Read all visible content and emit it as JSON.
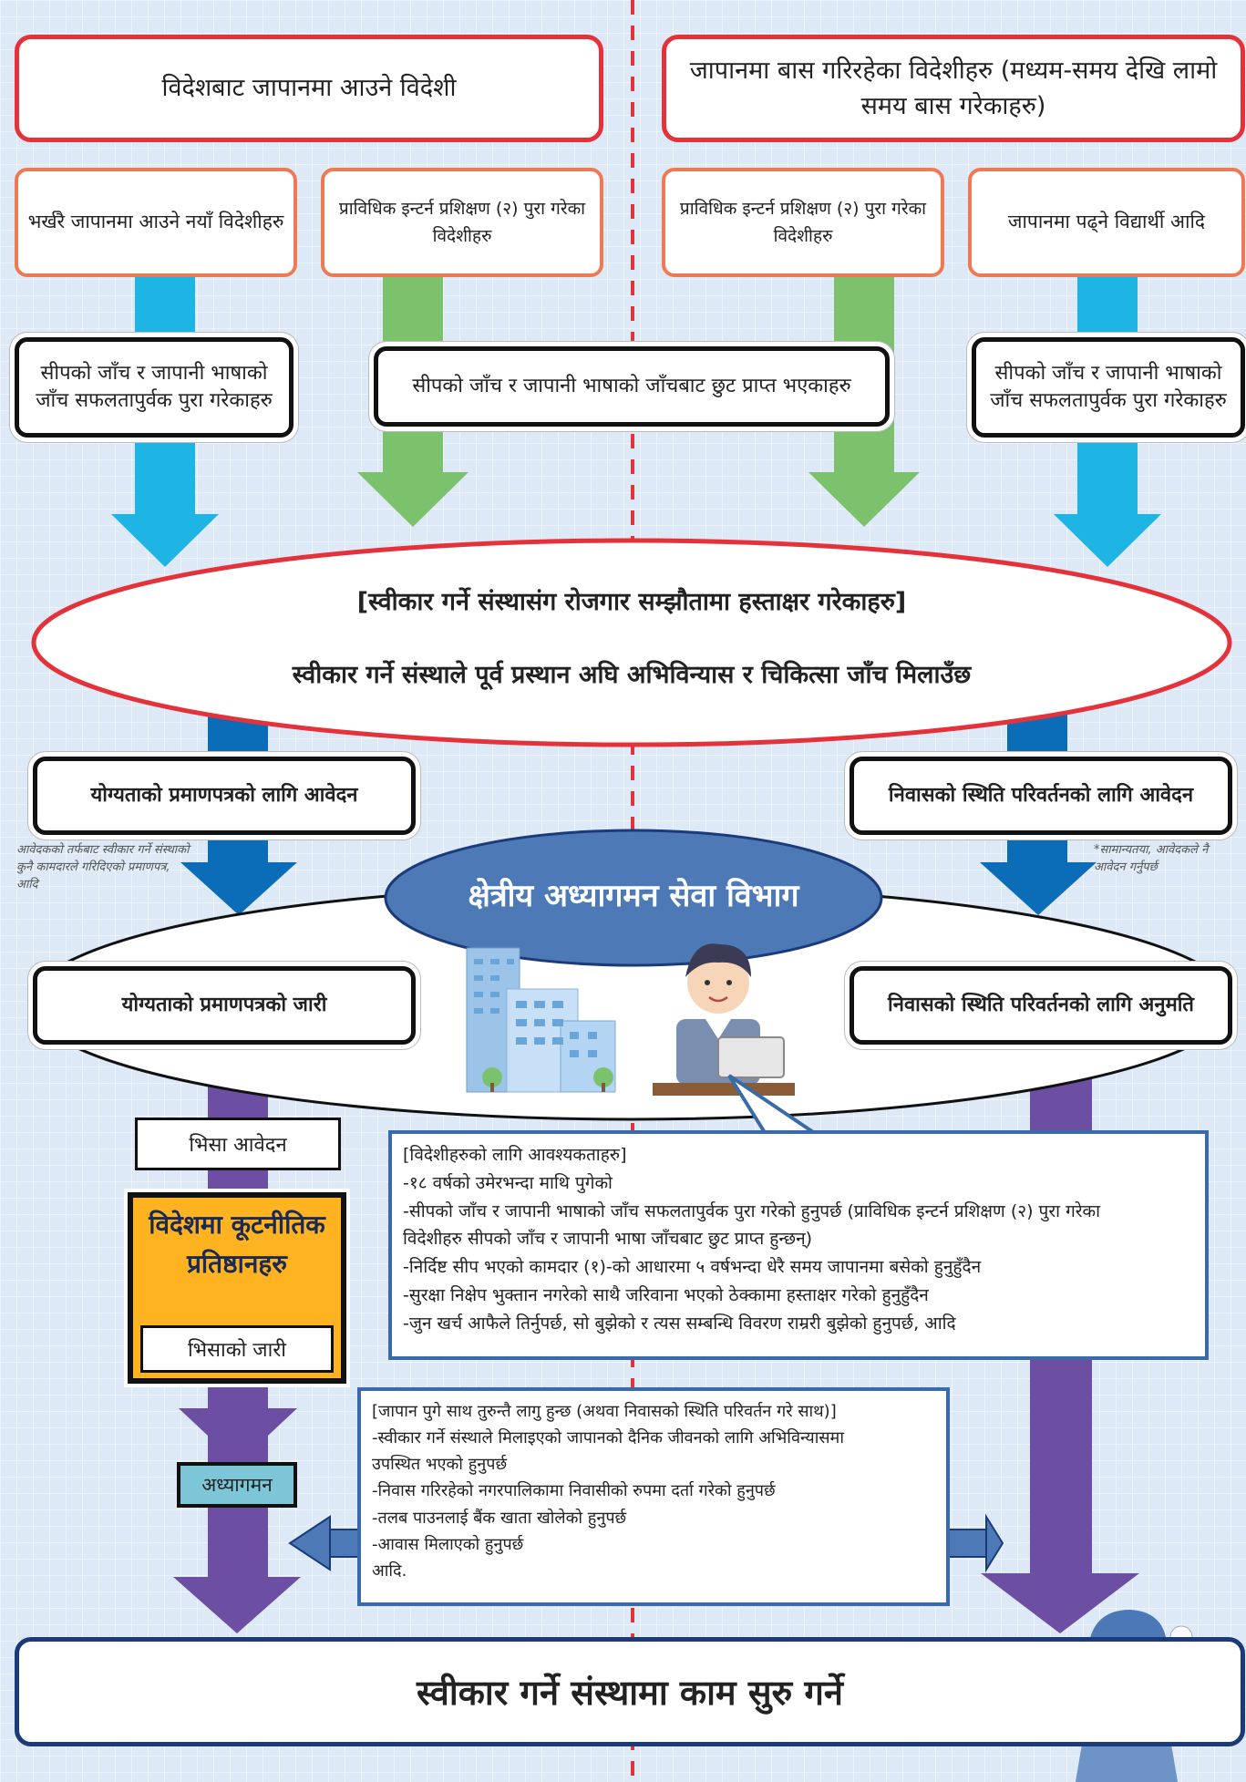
{
  "top_left": "विदेशबाट जापानमा आउने विदेशी",
  "top_right": "जापानमा बास गरिरहेका विदेशीहरु (मध्यम-समय देखि लामो समय बास गरेकाहरु)",
  "categories": [
    "भर्खरै जापानमा आउने नयाँ विदेशीहरु",
    "प्राविधिक इन्टर्न प्रशिक्षण (२) पुरा गरेका विदेशीहरु",
    "प्राविधिक इन्टर्न प्रशिक्षण (२) पुरा गरेका विदेशीहरु",
    "जापानमा पढ्ने विद्यार्थी आदि"
  ],
  "test_passed": "सीपको जाँच र जापानी भाषाको जाँच सफलतापुर्वक पुरा गरेकाहरु",
  "test_exempt": "सीपको जाँच र जापानी भाषाको जाँचबाट छुट प्राप्त भएकाहरु",
  "ellipse_line1": "[स्वीकार गर्ने संस्थासंग रोजगार सम्झौतामा हस्ताक्षर गरेकाहरु]",
  "ellipse_line2": "स्वीकार गर्ने संस्थाले पूर्व प्रस्थान अघि अभिविन्यास र चिकित्सा जाँच  मिलाउँछ",
  "coe_apply": "योग्यताको प्रमाणपत्रको लागि आवेदन",
  "coe_note": "आवेदकको तर्फबाट स्वीकार गर्ने संस्थाको कुनै कामदारले गरिदिएको प्रमाणपत्र, आदि",
  "status_apply": "निवासको स्थिति परिवर्तनको लागि आवेदन",
  "status_note": "*सामान्यतया, आवेदकले नै आवेदन गर्नुपर्छ",
  "immigration": "क्षेत्रीय अध्यागमन सेवा विभाग",
  "coe_issue": "योग्यताको प्रमाणपत्रको जारी",
  "status_permit": "निवासको स्थिति परिवर्तनको लागि अनुमति",
  "visa_apply": "भिसा आवेदन",
  "embassy": "विदेशमा कूटनीतिक प्रतिष्ठानहरु",
  "visa_issue": "भिसाको जारी",
  "entry": "अध्यागमन",
  "requirements": {
    "title": "[विदेशीहरुको लागि आवश्यकताहरु]",
    "lines": [
      "-१८ वर्षको उमेरभन्दा माथि पुगेको",
      "-सीपको जाँच र जापानी भाषाको जाँच सफलतापुर्वक पुरा गरेको हुनुपर्छ   (प्राविधिक इन्टर्न प्रशिक्षण (२) पुरा गरेका",
      "  विदेशीहरु सीपको जाँच र जापानी भाषा जाँचबाट छुट प्राप्त हुन्छन्)",
      "-निर्दिष्ट सीप भएको कामदार (१)-को आधारमा ५ वर्षभन्दा धेरै समय  जापानमा बसेको हुनुहुँदैन",
      "-सुरक्षा निक्षेप भुक्तान नगरेको साथै जरिवाना  भएको ठेक्कामा हस्ताक्षर गरेको हुनुहुँदैन",
      "-जुन खर्च आफैले तिर्नुपर्छ, सो बुझेको  र त्यस सम्बन्धि विवरण राम्ररी बुझेको हुनुपर्छ, आदि"
    ]
  },
  "after_entry": {
    "title": "[जापान पुगे साथ तुरुन्तै लागु हुन्छ (अथवा निवासको स्थिति परिवर्तन गरे साथ)]",
    "lines": [
      "-स्वीकार गर्ने संस्थाले मिलाइएको जापानको दैनिक जीवनको लागि अभिविन्यासमा",
      "  उपस्थित भएको हुनुपर्छ",
      "-निवास गरिरहेको नगरपालिकामा निवासीको रुपमा दर्ता गरेको हुनुपर्छ",
      "-तलब पाउनलाई बैंक खाता खोलेको हुनुपर्छ",
      "-आवास मिलाएको हुनुपर्छ",
      "आदि."
    ]
  },
  "final": "स्वीकार गर्ने संस्थामा काम सुरु गर्ने",
  "colors": {
    "red": "#e5323a",
    "orange": "#ee7a55",
    "cyan": "#1eb4e4",
    "green": "#7cc16c",
    "blue": "#0b6db7",
    "purple": "#6c4ea3",
    "navy_border": "#1b3a7a",
    "embassy": "#ffb320"
  }
}
